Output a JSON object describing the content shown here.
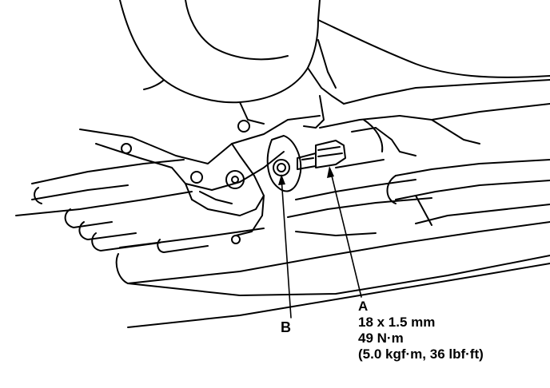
{
  "callouts": {
    "a": {
      "letter": "A",
      "bolt_size": "18 x 1.5 mm",
      "torque_nm": "49 N·m",
      "torque_alt": "(5.0 kgf·m, 36 lbf·ft)"
    },
    "b": {
      "letter": "B"
    }
  },
  "colors": {
    "ink": "#000000",
    "paper": "#ffffff"
  }
}
